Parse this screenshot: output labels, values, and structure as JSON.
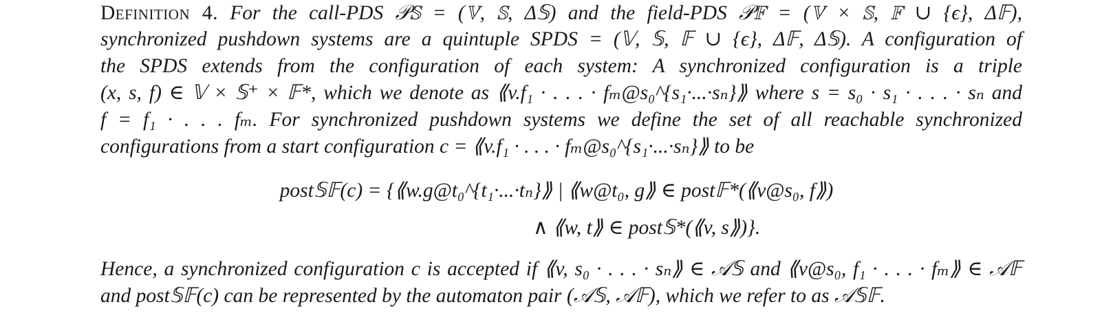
{
  "definition": {
    "label": "Definition 4.",
    "lines": [
      "For the call-PDS 𝒫𝕊 = (𝕍, 𝕊, Δ𝕊) and the field-PDS 𝒫𝔽 = (𝕍 × 𝕊, 𝔽 ∪ {ϵ}, Δ𝔽),",
      "synchronized pushdown systems are a quintuple SPDS = (𝕍, 𝕊, 𝔽 ∪ {ϵ}, Δ𝔽, Δ𝕊). A configuration of",
      "the SPDS extends from the configuration of each system: A synchronized configuration is a triple",
      "(x, s, f) ∈ 𝕍 × 𝕊⁺ × 𝔽*, which we denote as ⟪v.f₁ · . . . · fₘ@s₀^{s₁·...·sₙ}⟫ where s = s₀ · s₁ · . . . · sₙ and",
      "f = f₁ · . . . fₘ. For synchronized pushdown systems we define the set of all reachable synchronized",
      "configurations from a start configuration c = ⟪v.f₁ · . . . · fₘ@s₀^{s₁·...·sₙ}⟫ to be"
    ],
    "equation": [
      "post𝕊𝔽(c) = {⟪w.g@t₀^{t₁·...·tₙ}⟫ | ⟪w@t₀, g⟫ ∈ post𝔽*(⟪v@s₀, f⟫)",
      "∧ ⟪w, t⟫ ∈ post𝕊*(⟪v, s⟫)}."
    ],
    "closing": [
      "Hence, a synchronized configuration c is accepted if ⟪v, s₀ · . . . · sₙ⟫ ∈ 𝒜𝕊 and ⟪v@s₀, f₁ · . . . · fₘ⟫ ∈ 𝒜𝔽",
      "and post𝕊𝔽(c) can be represented by the automaton pair (𝒜𝕊, 𝒜𝔽), which we refer to as 𝒜𝕊𝔽."
    ]
  }
}
